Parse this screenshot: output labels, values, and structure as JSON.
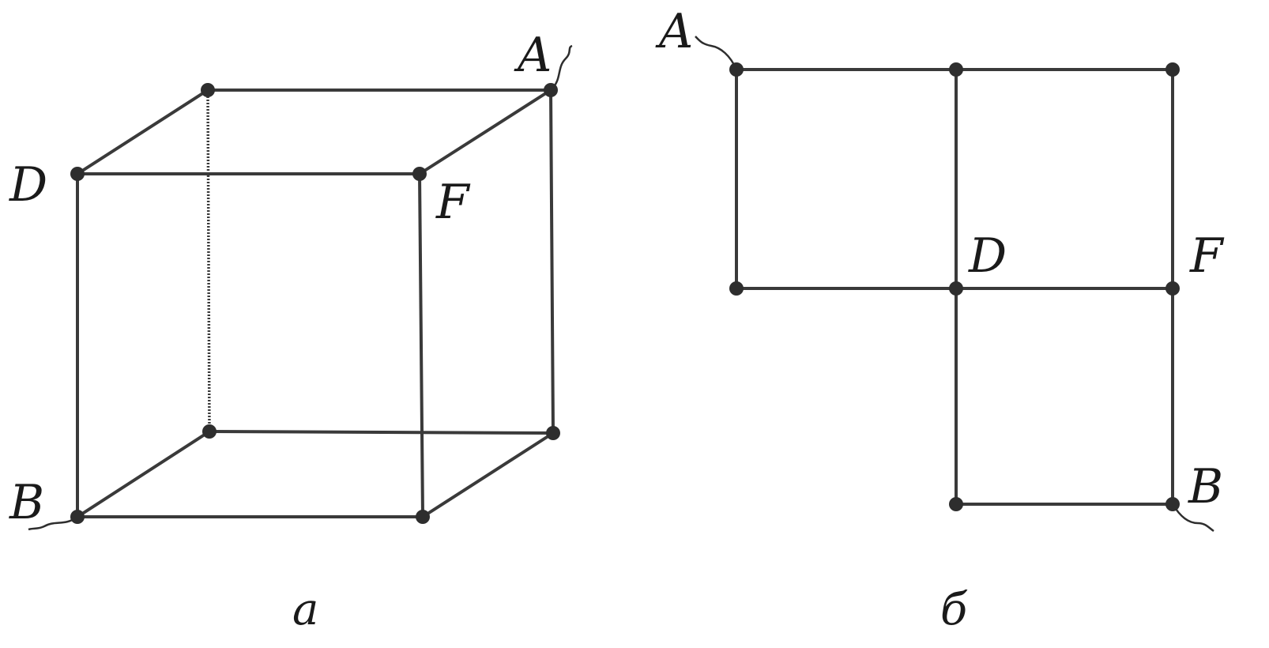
{
  "figure_a": {
    "caption": "а",
    "labels": {
      "A": "A",
      "D": "D",
      "F": "F",
      "B": "B"
    }
  },
  "figure_b": {
    "caption": "б",
    "labels": {
      "A": "A",
      "D": "D",
      "F": "F",
      "B": "B"
    }
  },
  "colors": {
    "line": "#3a3a3a",
    "node": "#2e2e2e",
    "text": "#1a1a1a"
  }
}
